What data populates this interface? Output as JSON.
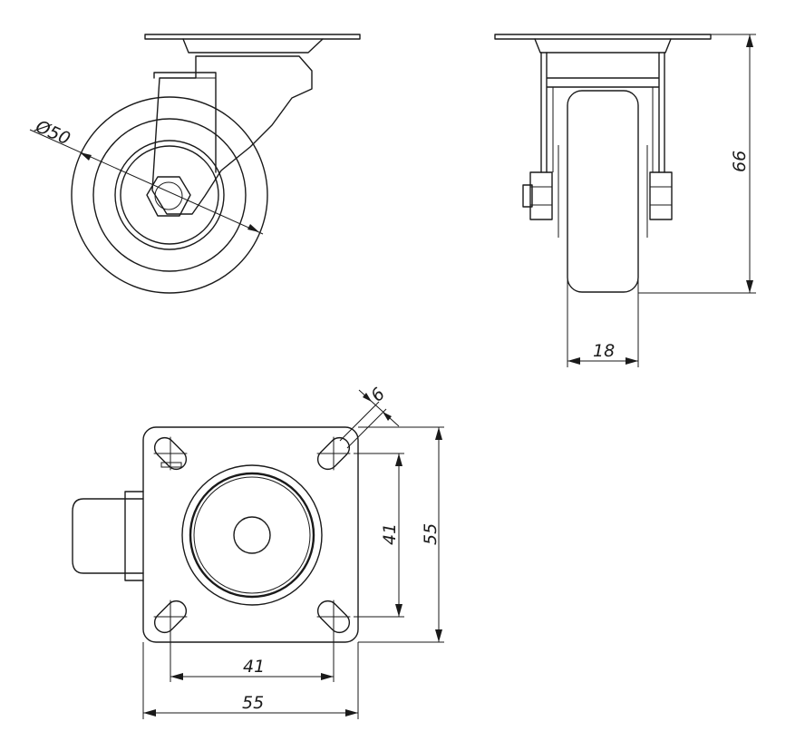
{
  "dimensions": {
    "wheel_diameter": "Ø50",
    "total_height": "66",
    "wheel_width": "18",
    "hole_size": "6",
    "hole_spacing_vertical": "41",
    "plate_height": "55",
    "hole_spacing_horizontal": "41",
    "plate_width": "55"
  },
  "colors": {
    "line": "#1a1a1a",
    "background": "#ffffff"
  }
}
